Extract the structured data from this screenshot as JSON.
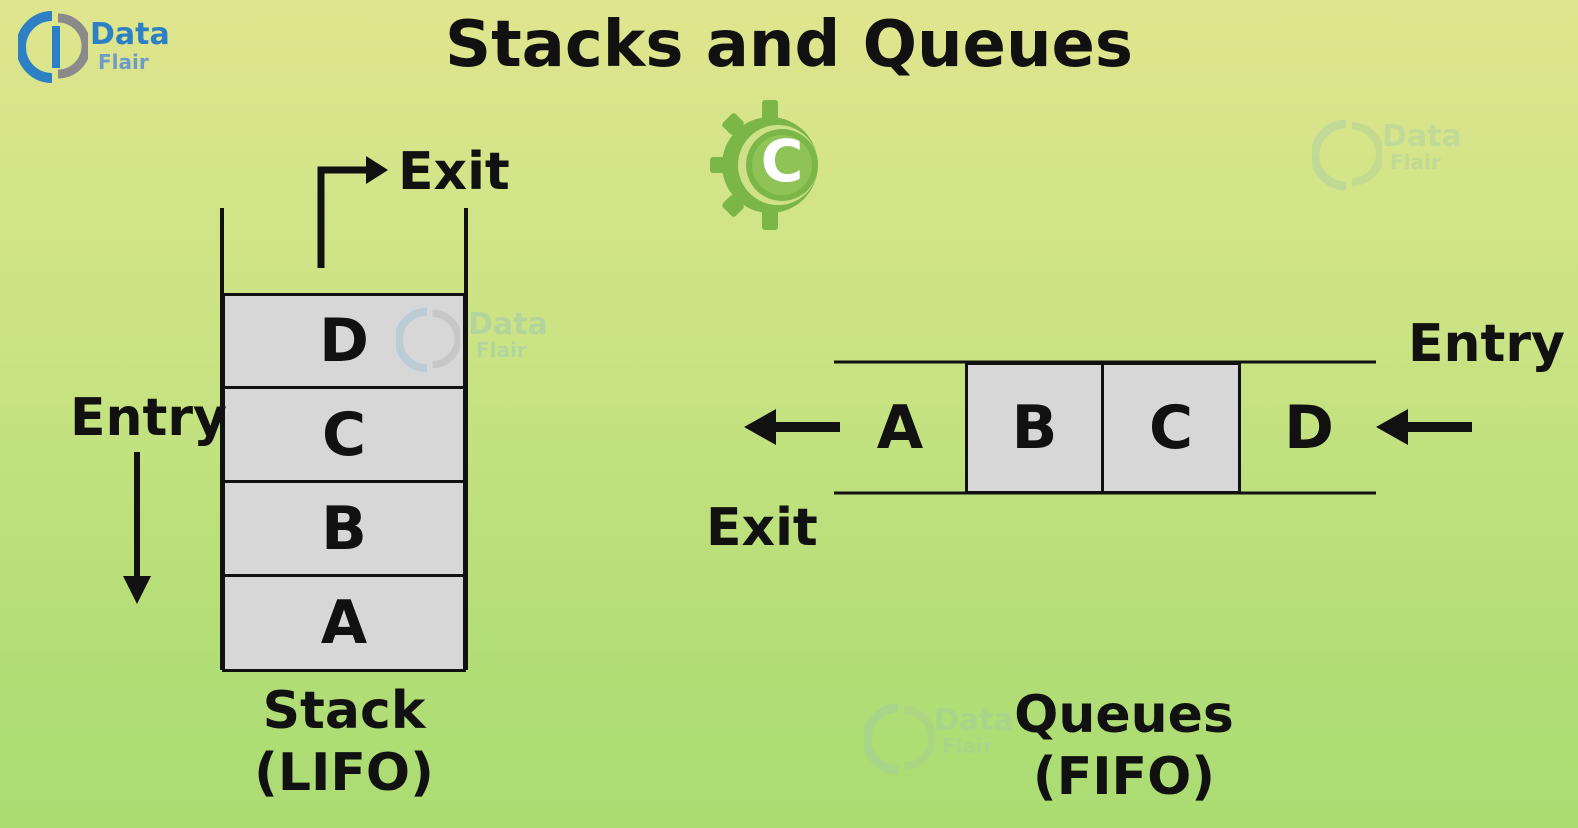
{
  "title": "Stacks and Queues",
  "logo": {
    "line1": "Data",
    "line2": "Flair"
  },
  "watermark": {
    "line1": "Data",
    "line2": "Flair"
  },
  "badge_letter": "C",
  "stack": {
    "exit_label": "Exit",
    "entry_label": "Entry",
    "items_top_to_bottom": [
      "D",
      "C",
      "B",
      "A"
    ],
    "caption_line1": "Stack",
    "caption_line2": "(LIFO)"
  },
  "queue": {
    "entry_label": "Entry",
    "exit_label": "Exit",
    "items": [
      {
        "label": "A",
        "shaded": false
      },
      {
        "label": "B",
        "shaded": true
      },
      {
        "label": "C",
        "shaded": true
      },
      {
        "label": "D",
        "shaded": false
      }
    ],
    "caption_line1": "Queues",
    "caption_line2": "(FIFO)"
  },
  "colors": {
    "logo_blue": "#2e80c4",
    "logo_gray": "#7a7a7a",
    "gear_green": "#7ab648",
    "cell_fill": "#d7d7d7"
  }
}
